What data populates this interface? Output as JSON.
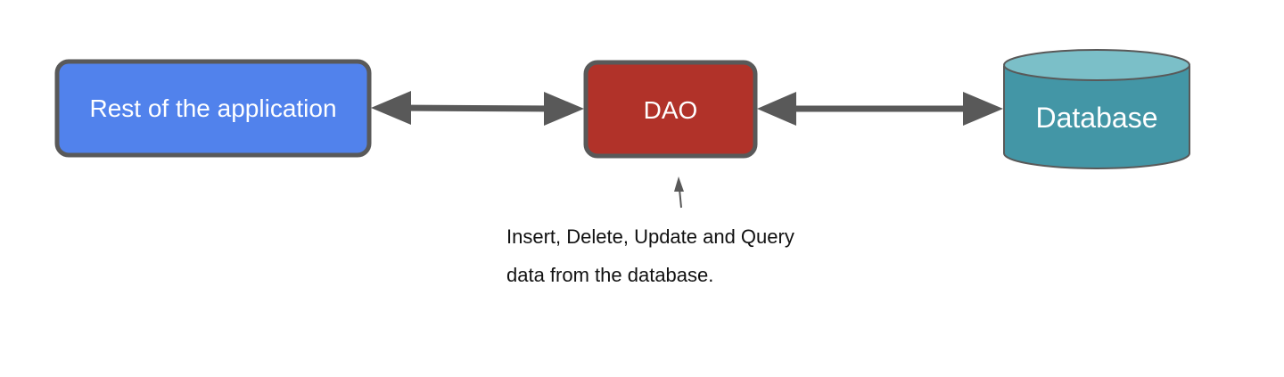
{
  "nodes": {
    "app": {
      "label": "Rest of the application",
      "color": "#5182ec"
    },
    "dao": {
      "label": "DAO",
      "color": "#b13229"
    },
    "db": {
      "label": "Database",
      "color": "#4396a6",
      "top_color": "#7bbfc8"
    }
  },
  "edges": [
    {
      "from": "app",
      "to": "dao",
      "direction": "bidirectional"
    },
    {
      "from": "dao",
      "to": "db",
      "direction": "bidirectional"
    }
  ],
  "annotation": {
    "target": "dao",
    "lines": [
      "Insert, Delete, Update and Query",
      "data from the database."
    ]
  },
  "colors": {
    "outline": "#595959",
    "arrow": "#595959"
  }
}
